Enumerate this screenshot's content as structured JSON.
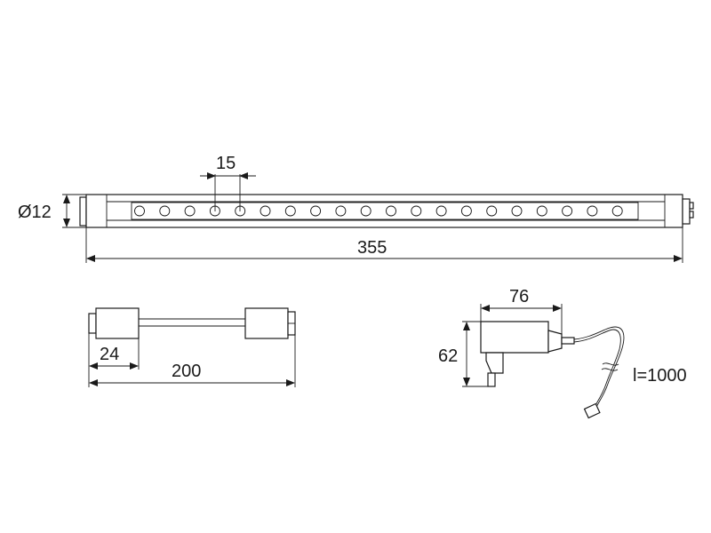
{
  "led_bar": {
    "diameter_label": "Ø12",
    "length_label": "355",
    "led_pitch_label": "15",
    "led_count": 20
  },
  "connector_cable": {
    "length_label": "200",
    "plug_length_label": "24"
  },
  "power_adapter": {
    "width_label": "76",
    "height_label": "62",
    "cable_length_label": "l=1000"
  }
}
